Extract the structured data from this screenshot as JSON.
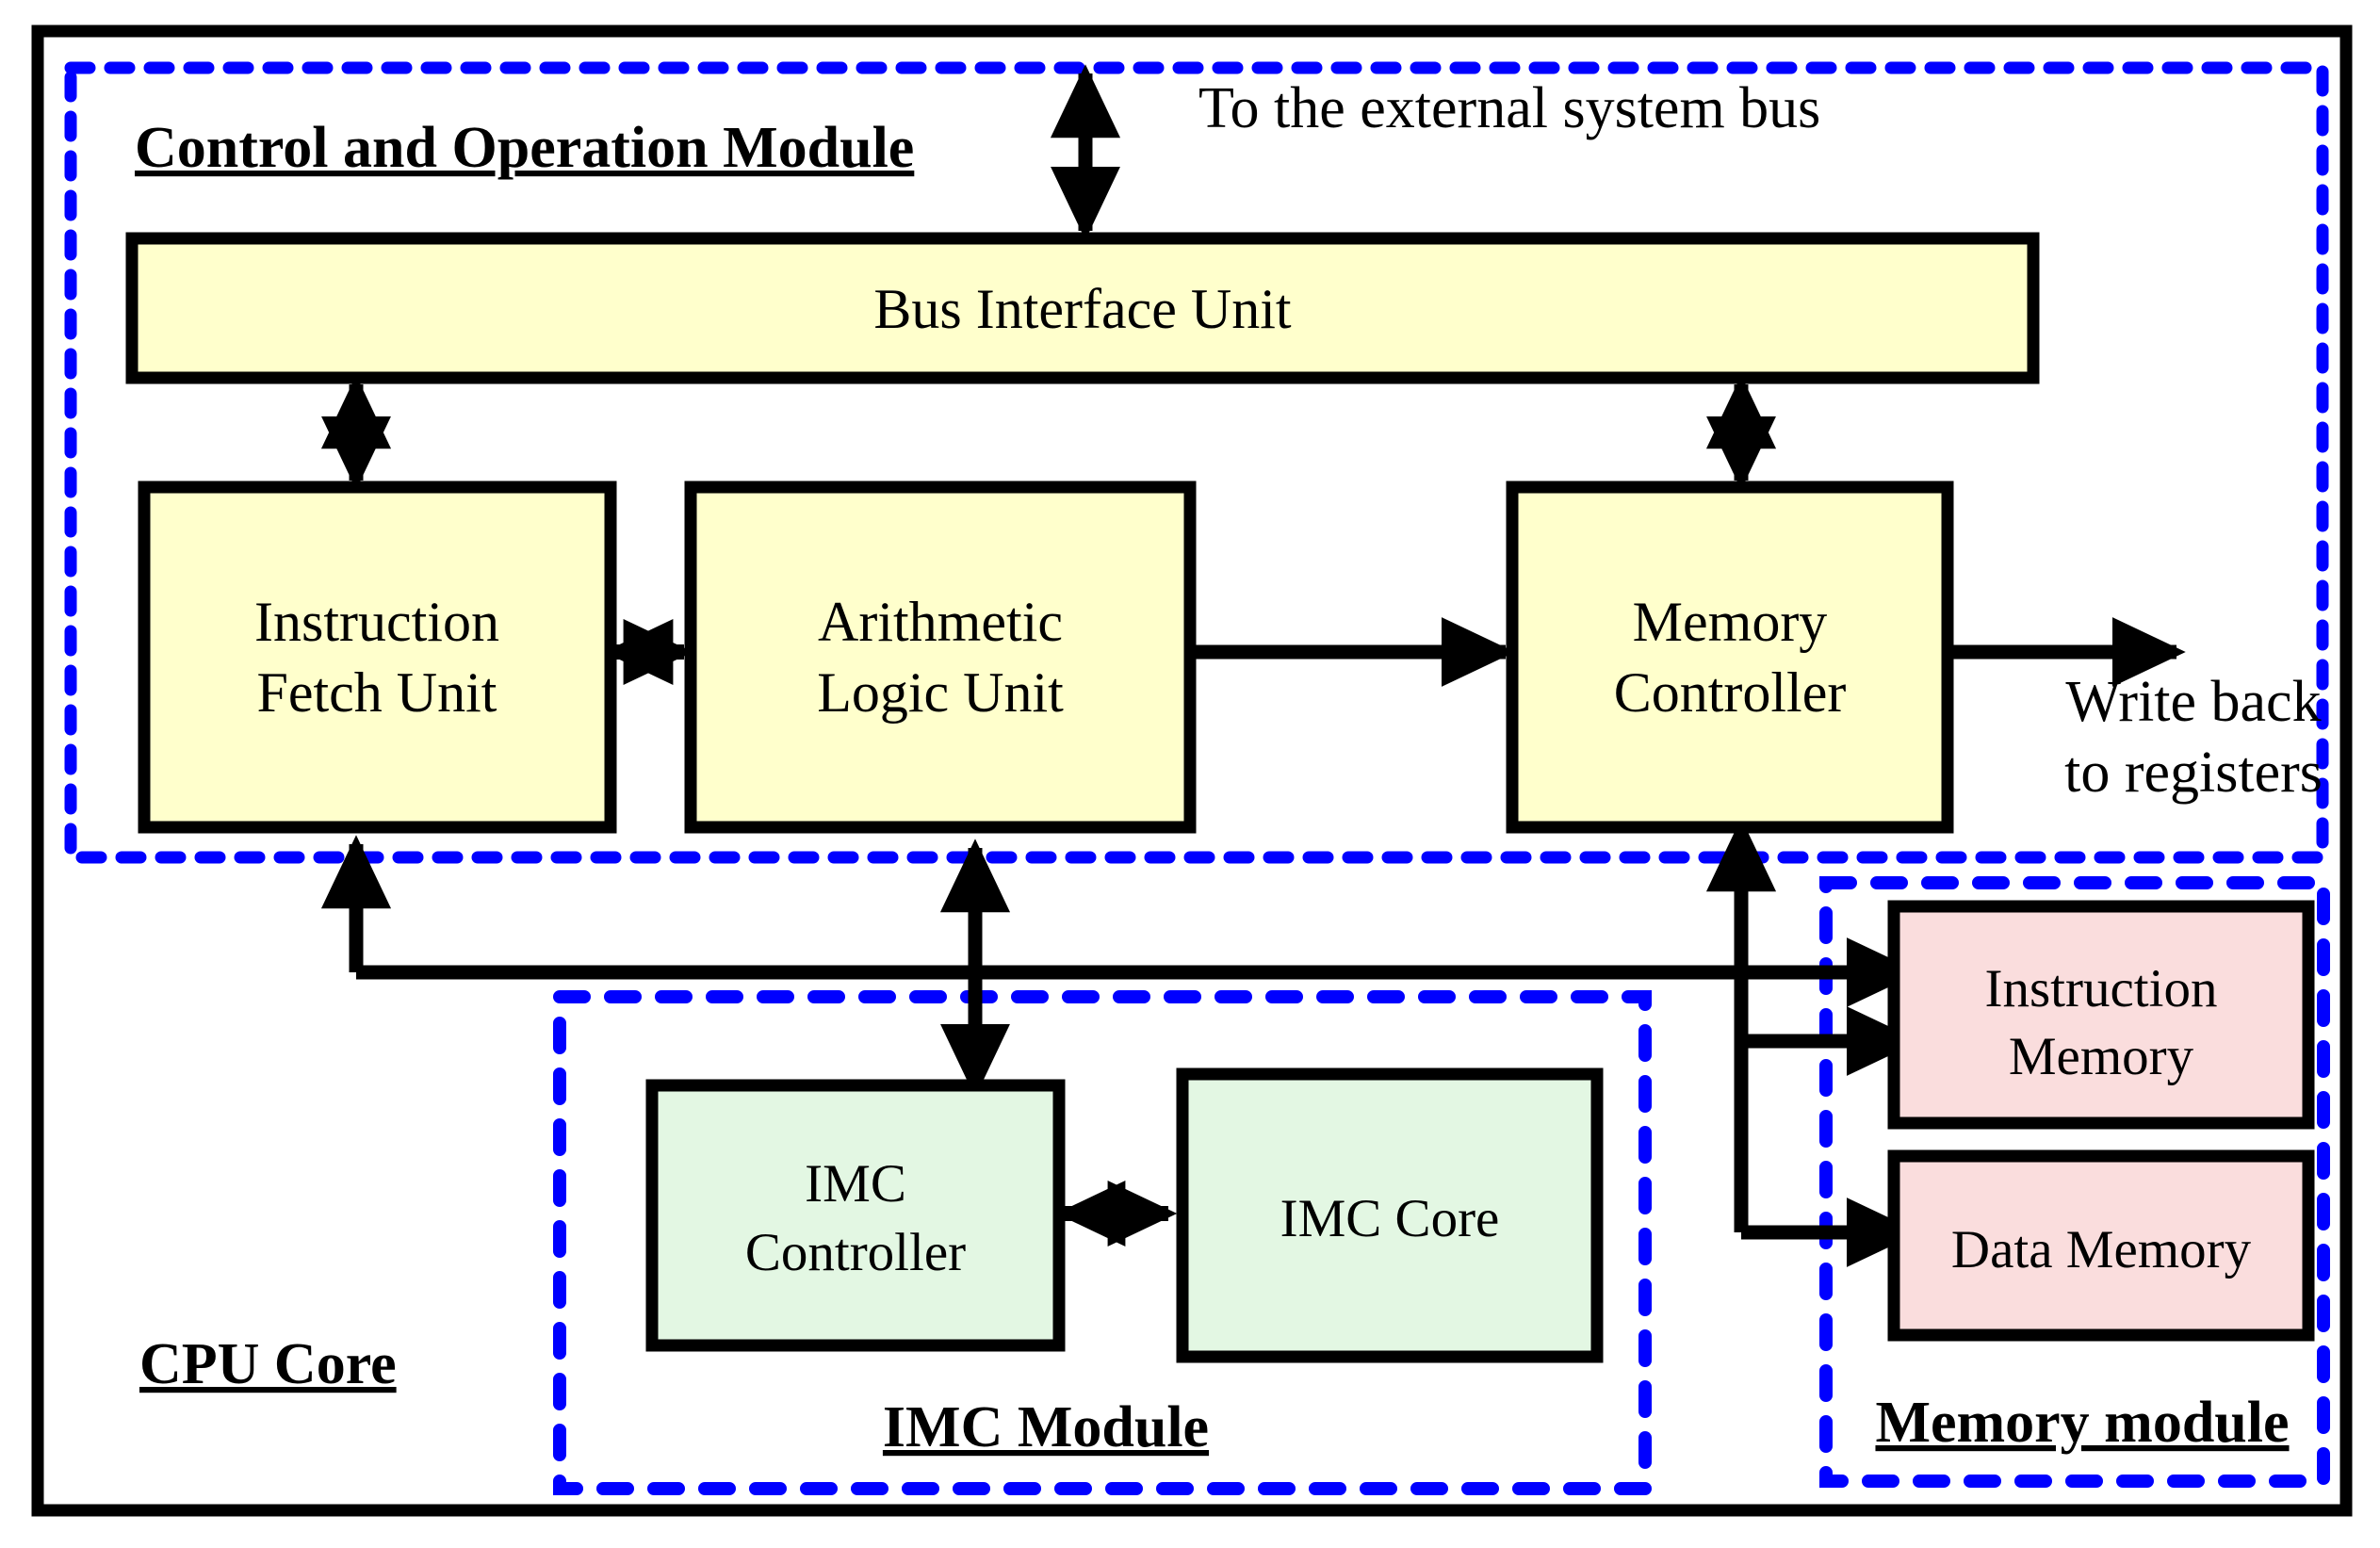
{
  "diagram": {
    "title": "CPU Core with IMC Module architecture block diagram",
    "colors": {
      "group_border": "#0000FF",
      "outer_border": "#000000",
      "compute_block_fill": "#FFFFCC",
      "imc_block_fill": "#E3F7E3",
      "memory_block_fill": "#FADDDD",
      "line": "#000000",
      "background": "#FFFFFF"
    },
    "groups": {
      "outer": {
        "label": "CPU Core"
      },
      "control": {
        "label": "Control and Operation Module"
      },
      "imc": {
        "label": "IMC Module"
      },
      "memory": {
        "label": "Memory module"
      }
    },
    "blocks": {
      "bus_interface_unit": {
        "label": "Bus Interface Unit",
        "fill": "#FFFFCC"
      },
      "instruction_fetch_unit": {
        "line1": "Instruction",
        "line2": "Fetch Unit",
        "fill": "#FFFFCC"
      },
      "arithmetic_logic_unit": {
        "line1": "Arithmetic",
        "line2": "Logic Unit",
        "fill": "#FFFFCC"
      },
      "memory_controller": {
        "line1": "Memory",
        "line2": "Controller",
        "fill": "#FFFFCC"
      },
      "imc_controller": {
        "line1": "IMC",
        "line2": "Controller",
        "fill": "#E3F7E3"
      },
      "imc_core": {
        "label": "IMC Core",
        "fill": "#E3F7E3"
      },
      "instruction_memory": {
        "line1": "Instruction",
        "line2": "Memory",
        "fill": "#FADDDD"
      },
      "data_memory": {
        "label": "Data Memory",
        "fill": "#FADDDD"
      }
    },
    "annotations": {
      "external_bus": "To the external system bus",
      "write_back_line1": "Write back",
      "write_back_line2": "to registers"
    },
    "connections": [
      {
        "from": "external-system-bus",
        "to": "bus_interface_unit",
        "type": "bidirectional"
      },
      {
        "from": "bus_interface_unit",
        "to": "instruction_fetch_unit",
        "type": "bidirectional"
      },
      {
        "from": "bus_interface_unit",
        "to": "memory_controller",
        "type": "bidirectional"
      },
      {
        "from": "instruction_fetch_unit",
        "to": "arithmetic_logic_unit",
        "type": "bidirectional"
      },
      {
        "from": "arithmetic_logic_unit",
        "to": "memory_controller",
        "type": "unidirectional"
      },
      {
        "from": "memory_controller",
        "to": "write-back-registers",
        "type": "unidirectional"
      },
      {
        "from": "arithmetic_logic_unit",
        "to": "imc_controller",
        "type": "bidirectional"
      },
      {
        "from": "imc_controller",
        "to": "imc_core",
        "type": "bidirectional"
      },
      {
        "from": "memory-bus",
        "to": "instruction_fetch_unit",
        "type": "unidirectional"
      },
      {
        "from": "memory-bus",
        "to": "instruction_memory",
        "type": "unidirectional"
      },
      {
        "from": "memory_controller",
        "to": "instruction_memory",
        "type": "unidirectional"
      },
      {
        "from": "memory_controller",
        "to": "data_memory",
        "type": "unidirectional"
      }
    ]
  }
}
